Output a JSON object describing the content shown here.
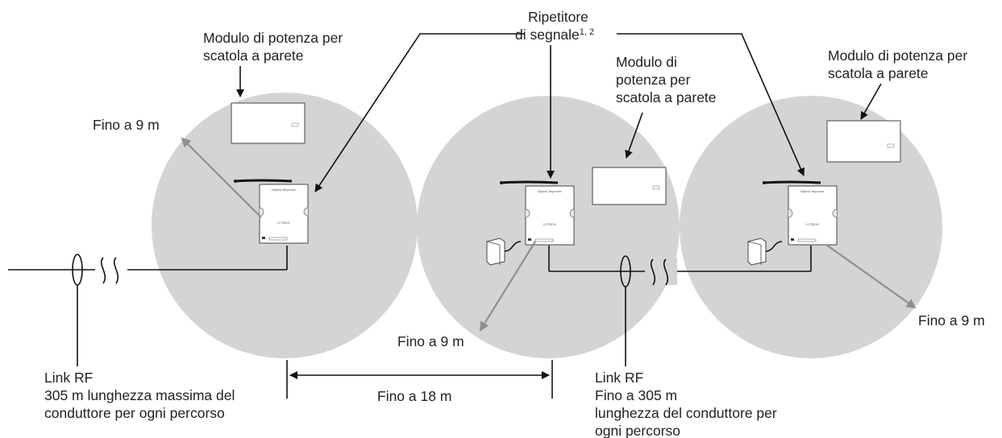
{
  "labels": {
    "wall_module_left": [
      "Modulo di potenza per",
      "scatola a parete"
    ],
    "wall_module_middle": [
      "Modulo di",
      "potenza per",
      "scatola a parete"
    ],
    "wall_module_right": [
      "Modulo di potenza per",
      "scatola a parete"
    ],
    "repeater_line1": "Ripetitore",
    "repeater_line2": "di segnale",
    "repeater_superscript": "1, 2",
    "range_left": "Fino a 9 m",
    "range_middle": "Fino a 9 m",
    "range_right": "Fino a 9 m",
    "spacing": "Fino a 18 m",
    "rf_link_left": [
      "Link RF",
      "305 m lunghezza massima del",
      "conduttore per ogni percorso"
    ],
    "rf_link_right": [
      "Link RF",
      "Fino a 305 m",
      "lunghezza del conduttore per",
      "ogni percorso"
    ]
  },
  "device": {
    "repeater_title": "Hybrid Repeater",
    "repeater_brand": "LUTRON"
  },
  "colors": {
    "coverage_fill": "#d4d4d4",
    "range_arrow": "#8f8f8f",
    "line": "#111111",
    "text": "#222222"
  }
}
